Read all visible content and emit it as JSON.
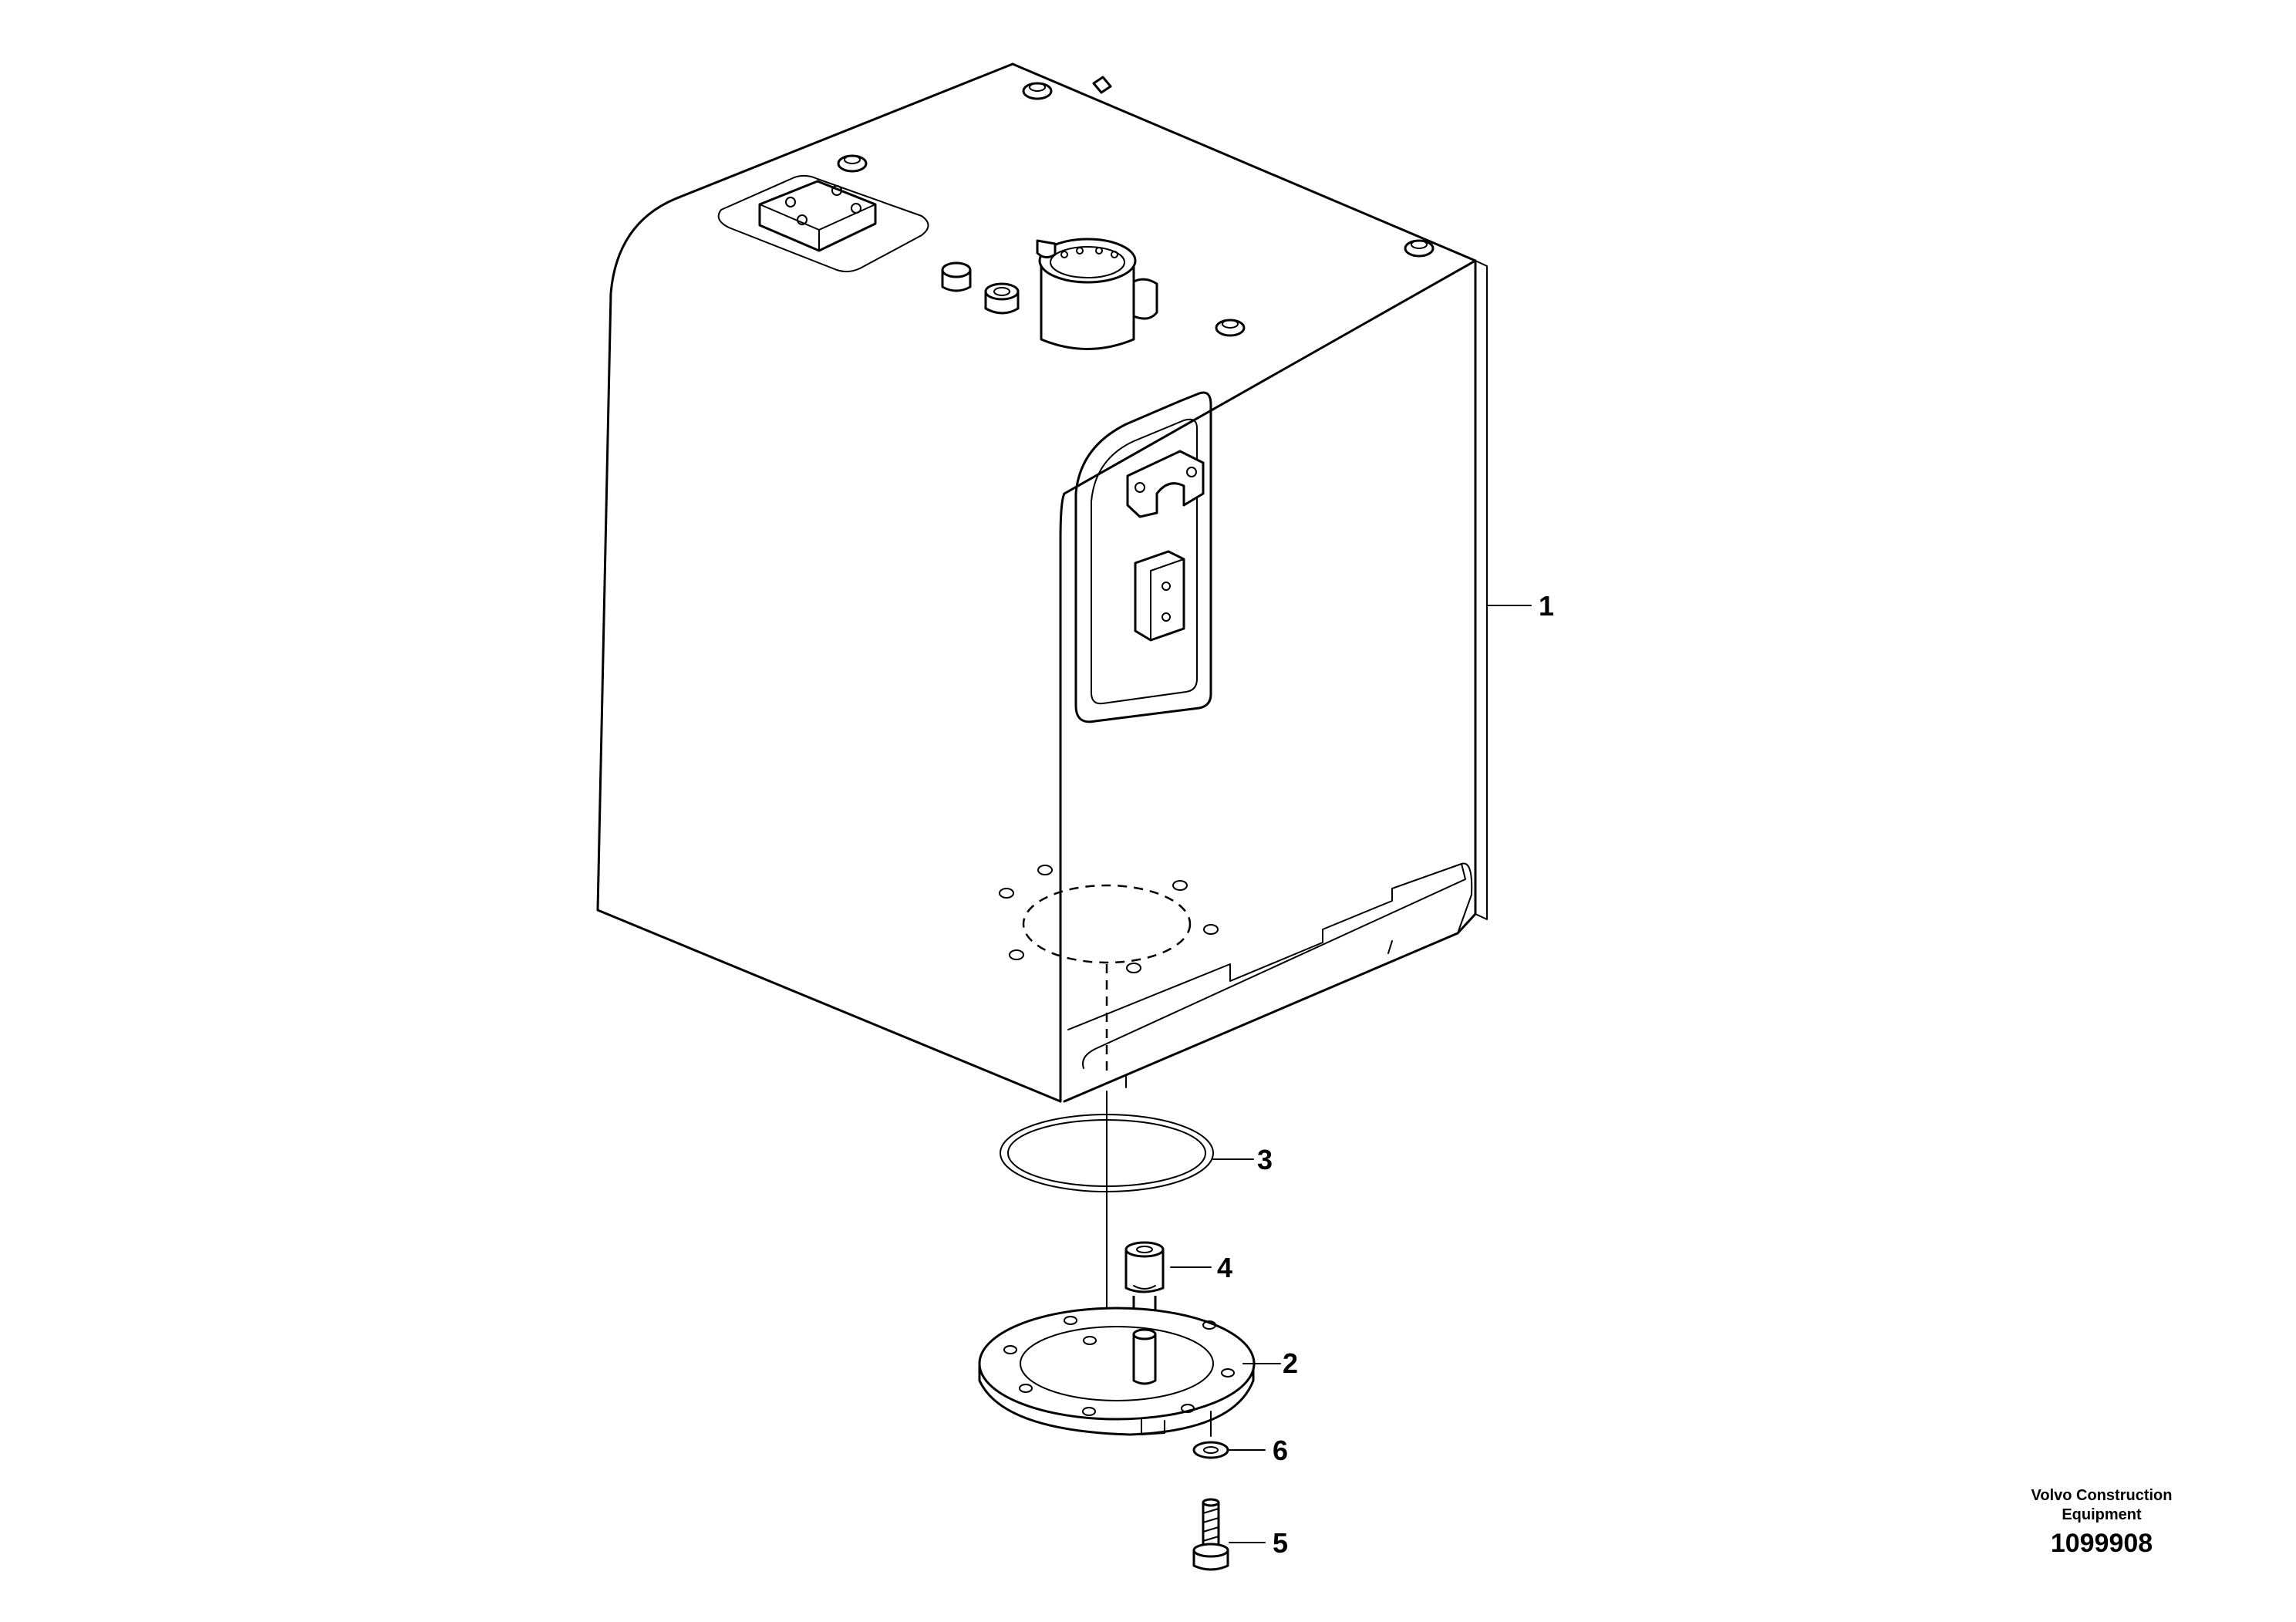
{
  "callouts": [
    {
      "id": "1",
      "label": "1"
    },
    {
      "id": "2",
      "label": "2"
    },
    {
      "id": "3",
      "label": "3"
    },
    {
      "id": "4",
      "label": "4"
    },
    {
      "id": "5",
      "label": "5"
    },
    {
      "id": "6",
      "label": "6"
    }
  ],
  "footer": {
    "brand_line1": "Volvo Construction",
    "brand_line2": "Equipment",
    "drawing_number": "1099908"
  }
}
